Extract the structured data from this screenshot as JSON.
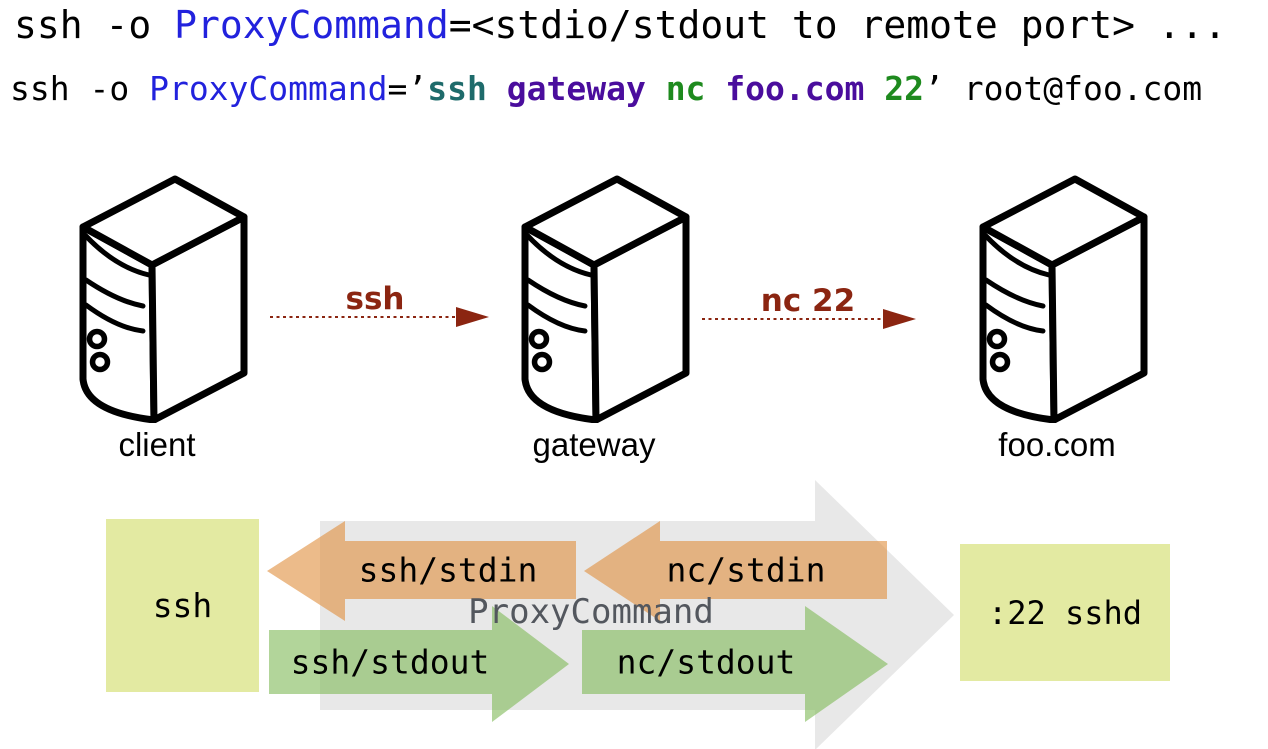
{
  "colors": {
    "keyword-blue": "#2222dd",
    "cmd-teal": "#1e6b6b",
    "cmd-violet": "#4a0d9d",
    "cmd-green": "#1e8a1e",
    "accent-red": "#8b2511",
    "box-green": "#e3eaa2",
    "arrow-gray": "#e8e8e8",
    "arrow-orange": "rgba(224,146,66,0.62)",
    "arrow-green": "rgba(126,185,86,0.60)",
    "proxy-gray": "#53575e"
  },
  "heading": {
    "prefix": "ssh -o ",
    "keyword": "ProxyCommand",
    "suffix": "=<stdio/stdout to remote port> ..."
  },
  "example": {
    "prefix": "ssh -o ",
    "keyword": "ProxyCommand",
    "open_quote": "=’",
    "arg_ssh": "ssh ",
    "arg_gateway": "gateway ",
    "arg_nc": "nc ",
    "arg_host": "foo.com ",
    "arg_port": "22",
    "close_quote": "’",
    "suffix": " root@foo.com"
  },
  "servers": [
    {
      "label": "client"
    },
    {
      "label": "gateway"
    },
    {
      "label": "foo.com"
    }
  ],
  "connections": [
    {
      "label": "ssh"
    },
    {
      "label": "nc 22"
    }
  ],
  "flow": {
    "client_box": "ssh",
    "server_box": ":22 sshd",
    "proxy_label": "ProxyCommand",
    "stdin1": "ssh/stdin",
    "stdin2": "nc/stdin",
    "stdout1": "ssh/stdout",
    "stdout2": "nc/stdout"
  }
}
